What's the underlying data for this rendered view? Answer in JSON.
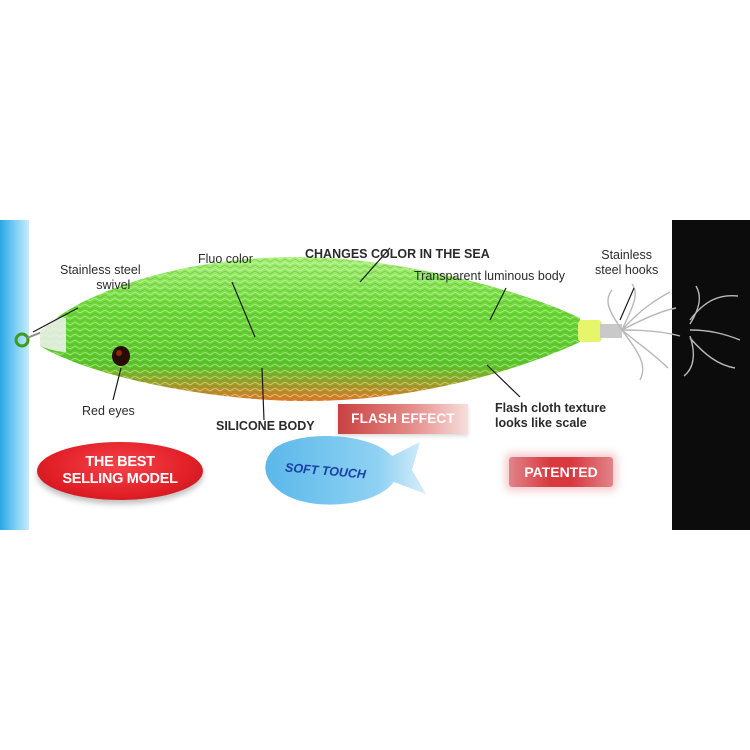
{
  "labels": {
    "stainless_swivel": [
      "Stainless steel",
      "swivel"
    ],
    "fluo_color": "Fluo color",
    "changes_color": "CHANGES COLOR IN THE SEA",
    "transparent_body": "Transparent luminous body",
    "stainless_hooks": [
      "Stainless",
      "steel hooks"
    ],
    "red_eyes": "Red eyes",
    "silicone_body": "SILICONE BODY",
    "flash_cloth": [
      "Flash cloth texture",
      "looks like scale"
    ]
  },
  "badges": {
    "best_selling": [
      "THE BEST",
      "SELLING MODEL"
    ],
    "flash_effect": "FLASH EFFECT",
    "soft_touch": "SOFT TOUCH",
    "patented": "PATENTED"
  },
  "colors": {
    "body_green": "#6ed83a",
    "belly_orange": "#e8742a",
    "left_bar_blue": "#2aa7e6",
    "right_bar_black": "#0c0c0c",
    "badge_red": "#e21f27",
    "soft_touch_blue": "#5ab8ea"
  }
}
